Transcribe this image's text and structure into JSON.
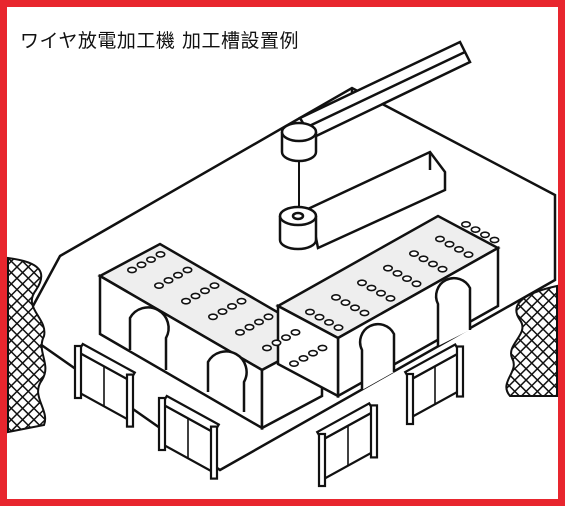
{
  "caption": "ワイヤ放電加工機 加工槽設置例",
  "colors": {
    "frame": "#e8262e",
    "line": "#111111",
    "block_face": "#eeeeee",
    "floor": "#ffffff"
  },
  "icons": {
    "crosshatch_wall": "concrete-wall-hatch",
    "bracket": "anchor-bracket"
  }
}
